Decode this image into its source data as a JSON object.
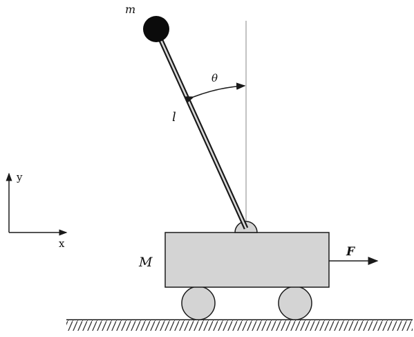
{
  "labels": {
    "mass_pendulum": "m",
    "angle": "θ",
    "length": "l",
    "mass_cart": "M",
    "force": "F",
    "axis_y": "y",
    "axis_x": "x"
  },
  "colors": {
    "cart_fill": "#d4d4d4",
    "wheel_fill": "#d4d4d4",
    "bob_fill": "#0b0b0b",
    "stroke": "#1a1a1a",
    "vertical_line": "#9a9a9a"
  }
}
